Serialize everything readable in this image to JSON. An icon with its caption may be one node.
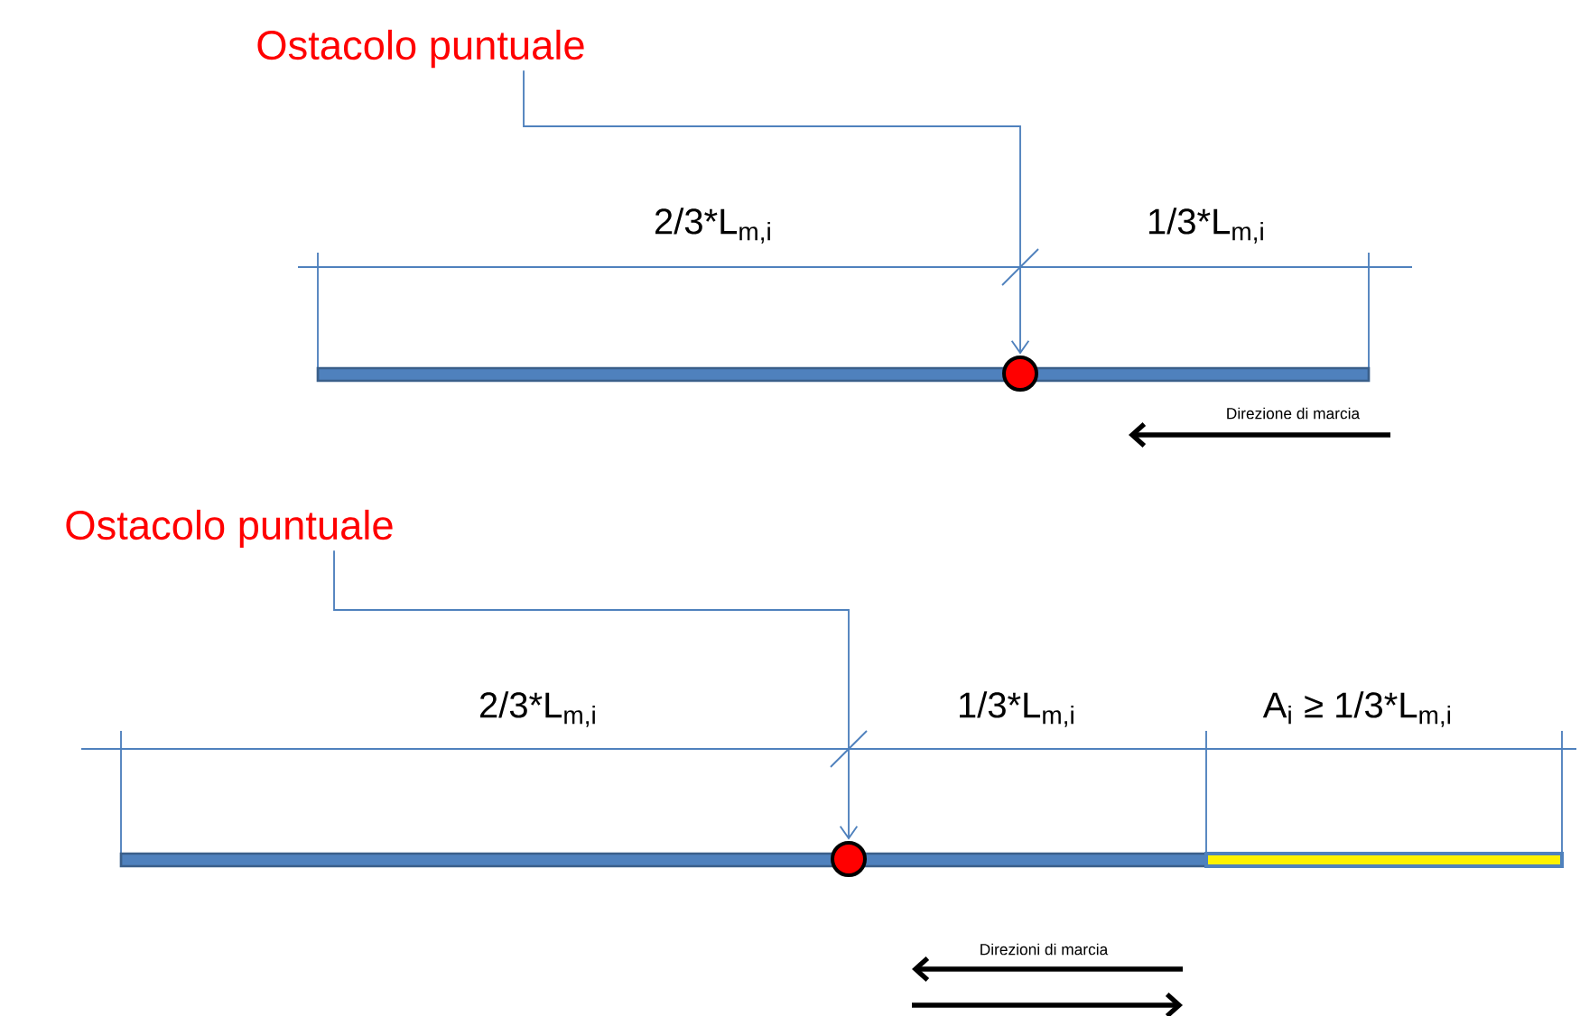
{
  "diagram": {
    "nodes": [
      {
        "text": [
          "Ostacolo puntuale"
        ]
      },
      {
        "text": [],
        "shape": "circle"
      },
      {
        "text": [
          "Ostacolo puntuale"
        ]
      },
      {
        "text": [],
        "shape": "circle"
      }
    ],
    "edges": [
      {
        "from": 0,
        "to": 1,
        "arrow": "to"
      },
      {
        "from": 2,
        "to": 3,
        "arrow": "to"
      }
    ],
    "labels": [
      "2/3*L$_{m,i}$",
      "1/3*L$_{m,i}$",
      "Direzione di marcia",
      "2/3*L$_{m,i}$",
      "1/3*L$_{m,i}$",
      "A$_{i}$ ≥ 1/3*L$_{m,i}$",
      "Direzioni di marcia"
    ]
  }
}
